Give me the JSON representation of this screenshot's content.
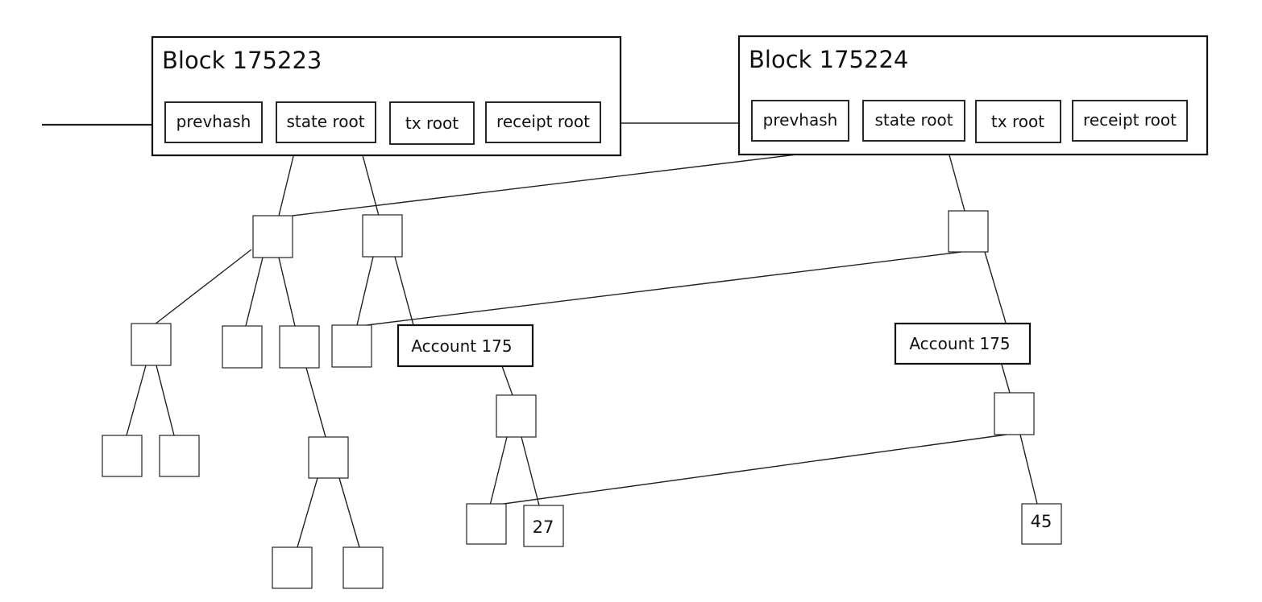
{
  "blocks": [
    {
      "title": "Block 175223",
      "fields": [
        "prevhash",
        "state root",
        "tx root",
        "receipt root"
      ]
    },
    {
      "title": "Block 175224",
      "fields": [
        "prevhash",
        "state root",
        "tx root",
        "receipt root"
      ]
    }
  ],
  "accounts": [
    "Account 175",
    "Account 175"
  ],
  "values": [
    "27",
    "45"
  ]
}
